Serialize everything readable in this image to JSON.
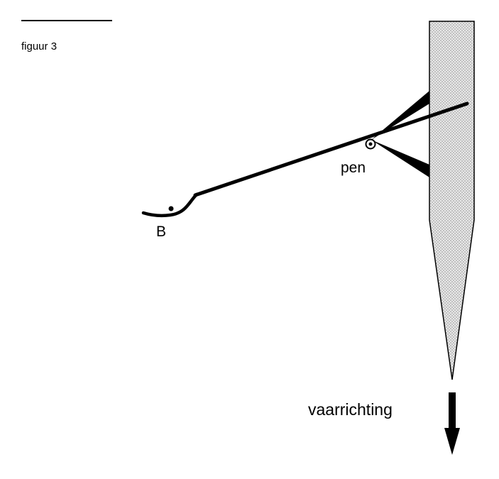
{
  "figure": {
    "caption": "figuur 3",
    "labels": {
      "b": "B",
      "pen": "pen",
      "direction": "vaarrichting"
    }
  },
  "colors": {
    "ink": "#000000",
    "hull_fill": "#d9d9d9"
  }
}
